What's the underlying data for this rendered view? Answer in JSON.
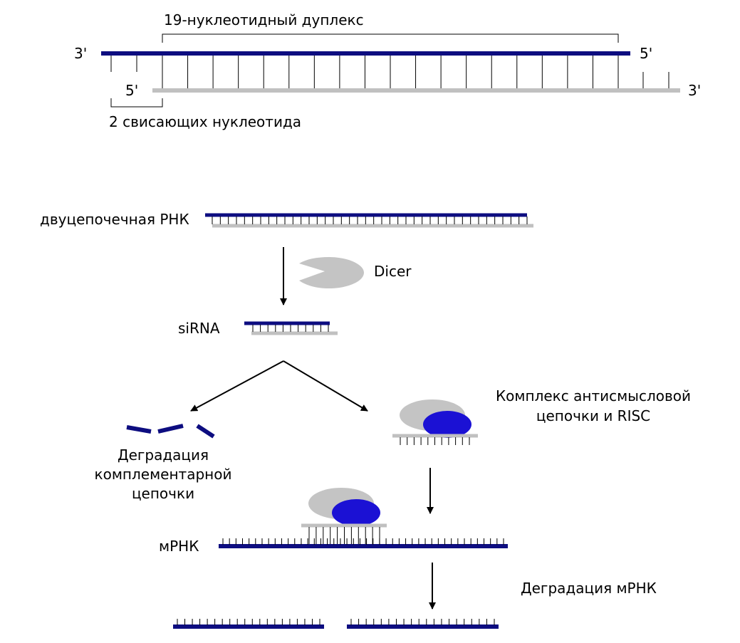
{
  "labels": {
    "duplex_19": "19-нуклеотидный дуплекс",
    "end_3_top_left": "3'",
    "end_5_top_right": "5'",
    "end_5_bottom_left": "5'",
    "end_3_bottom_right": "3'",
    "overhang_2": "2 свисающих нуклеотида",
    "dsrna": "двуцепочечная РНК",
    "dicer": "Dicer",
    "sirna": "siRNA",
    "risc_complex_line1": "Комплекс антисмысловой",
    "risc_complex_line2": "цепочки и RISC",
    "degradation_line1": "Деградация",
    "degradation_line2": "комплементарной",
    "degradation_line3": "цепочки",
    "mrna": "мРНК",
    "mrna_degradation": "Деградация мРНК"
  },
  "colors": {
    "sense_strand": "#0d0d80",
    "antisense_strand": "#c0c0c0",
    "risc_protein": "#1b11d4",
    "dicer_enzyme": "#c4c4c4",
    "line": "#000000"
  }
}
